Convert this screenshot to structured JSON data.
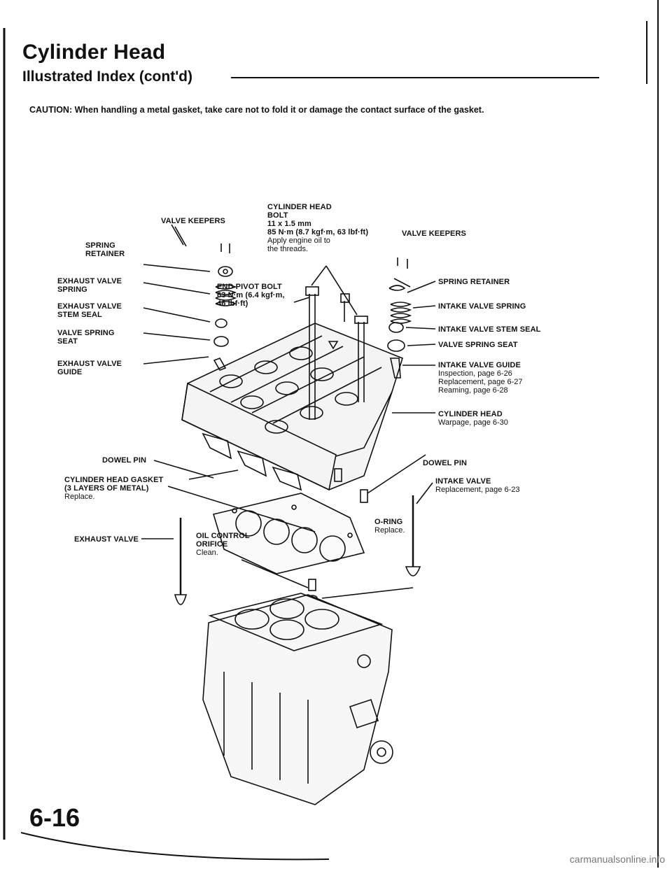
{
  "header": {
    "title": "Cylinder Head",
    "subtitle": "Illustrated Index (cont'd)"
  },
  "caution": "CAUTION: When handling a metal gasket, take care not to fold it or damage the contact surface of the gasket.",
  "labels": {
    "valve_keepers_left": "VALVE KEEPERS",
    "spring_retainer_left": [
      "SPRING",
      "RETAINER"
    ],
    "exhaust_valve_spring": [
      "EXHAUST VALVE",
      "SPRING"
    ],
    "exhaust_valve_stem_seal": [
      "EXHAUST VALVE",
      "STEM SEAL"
    ],
    "valve_spring_seat_left": [
      "VALVE SPRING",
      "SEAT"
    ],
    "exhaust_valve_guide": [
      "EXHAUST VALVE",
      "GUIDE"
    ],
    "cylinder_head_bolt": {
      "name": [
        "CYLINDER HEAD",
        "BOLT"
      ],
      "size": "11 x 1.5 mm",
      "torque": "85 N·m (8.7 kgf·m, 63 lbf·ft)",
      "note": [
        "Apply engine oil to",
        "the threads."
      ]
    },
    "end_pivot_bolt": {
      "name": "END PIVOT BOLT",
      "torque": [
        "63 N·m (6.4 kgf·m,",
        "46 lbf·ft)"
      ]
    },
    "valve_keepers_right": "VALVE KEEPERS",
    "spring_retainer_right": "SPRING RETAINER",
    "intake_valve_spring": "INTAKE VALVE SPRING",
    "intake_valve_stem_seal": "INTAKE VALVE STEM SEAL",
    "valve_spring_seat_right": "VALVE SPRING SEAT",
    "intake_valve_guide": {
      "name": "INTAKE VALVE GUIDE",
      "notes": [
        "Inspection, page 6-26",
        "Replacement, page 6-27",
        "Reaming, page 6-28"
      ]
    },
    "cylinder_head": {
      "name": "CYLINDER HEAD",
      "note": "Warpage, page 6-30"
    },
    "dowel_pin_left": "DOWEL PIN",
    "dowel_pin_right": "DOWEL PIN",
    "cylinder_head_gasket": {
      "name": [
        "CYLINDER HEAD GASKET",
        "(3 LAYERS OF METAL)"
      ],
      "note": "Replace."
    },
    "intake_valve": {
      "name": "INTAKE VALVE",
      "note": "Replacement, page 6-23"
    },
    "o_ring": {
      "name": "O-RING",
      "note": "Replace."
    },
    "oil_control_orifice": {
      "name": [
        "OIL CONTROL",
        "ORIFICE"
      ],
      "note": "Clean."
    },
    "exhaust_valve": "EXHAUST VALVE"
  },
  "page_number": "6-16",
  "watermark": "carmanualsonline.info"
}
